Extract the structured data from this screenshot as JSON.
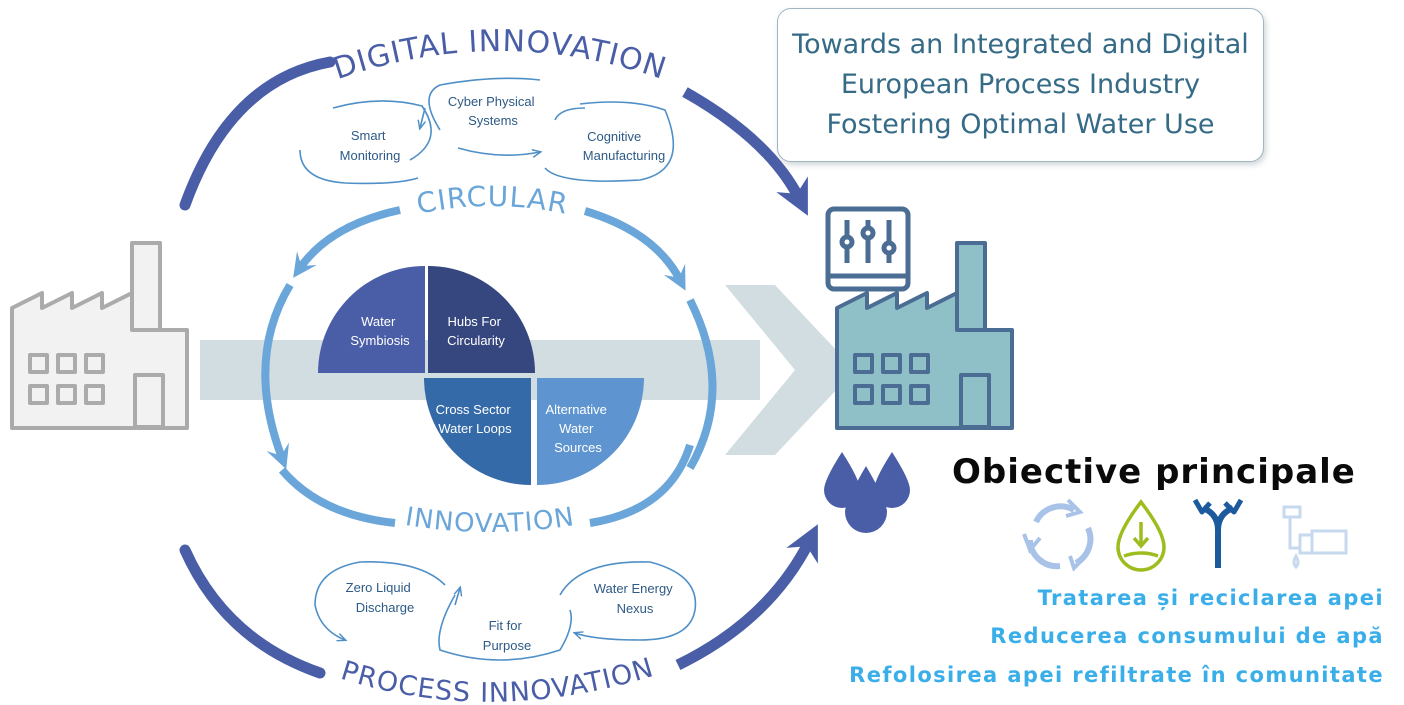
{
  "header": {
    "lines": [
      "Towards an Integrated and Digital",
      "European Process Industry",
      "Fostering Optimal Water Use"
    ]
  },
  "cycle": {
    "digital_innovation": "DIGITAL INNOVATION",
    "process_innovation": "PROCESS INNOVATION",
    "circular": "CIRCULAR",
    "innovation": "INNOVATION"
  },
  "digital_items": {
    "smart_monitoring": [
      "Smart",
      "Monitoring"
    ],
    "cyber_physical": [
      "Cyber Physical",
      "Systems"
    ],
    "cognitive": [
      "Cognitive",
      "Manufacturing"
    ]
  },
  "process_items": {
    "zero_liquid": [
      "Zero Liquid",
      "Discharge"
    ],
    "fit_for_purpose": [
      "Fit for",
      "Purpose"
    ],
    "water_energy": [
      "Water Energy",
      "Nexus"
    ]
  },
  "quadrants": {
    "water_symbiosis": [
      "Water",
      "Symbiosis"
    ],
    "hubs": [
      "Hubs For",
      "Circularity"
    ],
    "cross_sector": [
      "Cross Sector",
      "Water Loops"
    ],
    "alternative": [
      "Alternative",
      "Water",
      "Sources"
    ]
  },
  "objectives": {
    "title": "Obiective principale",
    "items": [
      "Tratarea și reciclarea apei",
      "Reducerea consumului de apă",
      "Refolosirea apei refiltrate în comunitate"
    ],
    "icons": [
      "recycle-icon",
      "water-drop-icon",
      "branch-arrows-icon",
      "faucet-icon"
    ]
  },
  "colors": {
    "dark_blue": "#4a5ea8",
    "light_blue": "#6aa6d9",
    "gray": "#a9a9a9",
    "teal": "#8fc0c8",
    "objective_text": "#3aaee8",
    "header_text": "#356b86"
  }
}
